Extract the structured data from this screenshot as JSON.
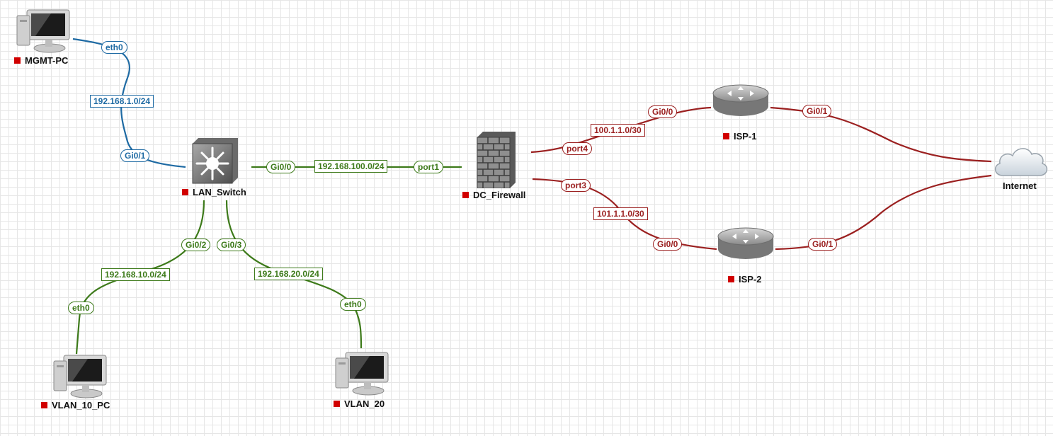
{
  "nodes": {
    "mgmt_pc": "MGMT-PC",
    "lan_switch": "LAN_Switch",
    "dc_firewall": "DC_Firewall",
    "isp1": "ISP-1",
    "isp2": "ISP-2",
    "internet": "Internet",
    "vlan10_pc": "VLAN_10_PC",
    "vlan20": "VLAN_20"
  },
  "links": {
    "mgmt": {
      "a_if": "eth0",
      "subnet": "192.168.1.0/24",
      "b_if": "Gi0/1"
    },
    "sw_fw": {
      "a_if": "Gi0/0",
      "subnet": "192.168.100.0/24",
      "b_if": "port1"
    },
    "sw_v10": {
      "a_if": "Gi0/2",
      "subnet": "192.168.10.0/24",
      "b_if": "eth0"
    },
    "sw_v20": {
      "a_if": "Gi0/3",
      "subnet": "192.168.20.0/24",
      "b_if": "eth0"
    },
    "fw_isp1": {
      "a_if": "port4",
      "subnet": "100.1.1.0/30",
      "b_if": "Gi0/0"
    },
    "fw_isp2": {
      "a_if": "port3",
      "subnet": "101.1.1.0/30",
      "b_if": "Gi0/0"
    },
    "isp1_inet": {
      "a_if": "Gi0/1"
    },
    "isp2_inet": {
      "a_if": "Gi0/1"
    }
  },
  "colors": {
    "mgmt_link": "#1e6aa3",
    "lan_link": "#3d7a1a",
    "wan_link": "#9b2020",
    "status": "#d10000"
  },
  "icons": {
    "pc": "computer-monitor-icon",
    "switch": "multilayer-switch-icon",
    "firewall": "firewall-brick-icon",
    "router": "router-icon",
    "cloud": "cloud-icon"
  }
}
